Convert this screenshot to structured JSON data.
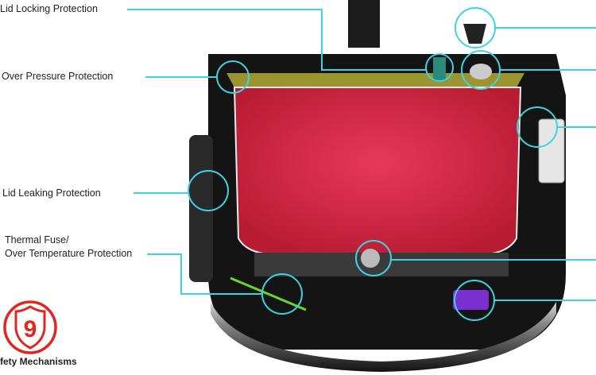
{
  "labels": {
    "lid_locking": "Lid Locking Protection",
    "over_pressure": "Over Pressure Protection",
    "lid_leaking": "Lid Leaking Protection",
    "thermal_fuse_line1": "Thermal Fuse/",
    "thermal_fuse_line2": "Over Temperature Protection"
  },
  "badge": {
    "number": "9",
    "caption": "fety Mechanisms"
  },
  "colors": {
    "callout": "#3dd3e2",
    "badge": "#e32420",
    "pot": "#d92a45",
    "body": "#1a1a1a"
  }
}
